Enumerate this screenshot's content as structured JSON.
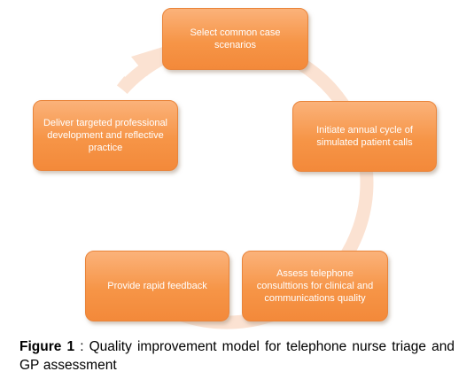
{
  "diagram": {
    "type": "cycle",
    "colors": {
      "node_fill": "#f69547",
      "node_text": "#ffffff",
      "ring": "#fbe2d2"
    },
    "nodes": [
      {
        "text": "Select common case scenarios"
      },
      {
        "text": "Initiate annual cycle of simulated patient calls"
      },
      {
        "text": "Assess telephone consulttions for clinical and communications quality"
      },
      {
        "text": "Provide rapid feedback"
      },
      {
        "text": "Deliver targeted professional development and reflective practice"
      }
    ]
  },
  "caption": {
    "label": "Figure 1",
    "text": ": Quality improvement model for telephone nurse triage and GP assessment"
  }
}
